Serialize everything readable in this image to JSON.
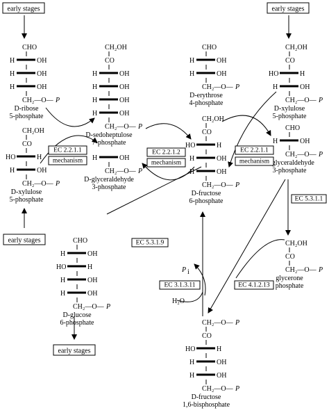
{
  "boxes": {
    "early_tl": "early stages",
    "early_tr": "early stages",
    "early_ml": "early stages",
    "early_bl": "early stages"
  },
  "enzymes": {
    "ec1": "EC 2.2.1.1",
    "mech1": "mechanism",
    "ec2": "EC 2.2.1.2",
    "mech2": "mechanism",
    "ec3": "EC 2.2.1.1",
    "mech3": "mechanism",
    "ec4": "EC 5.3.1.1",
    "ec5": "EC 5.3.1.9",
    "ec6": "EC 3.1.3.11",
    "ec7": "EC 4.1.2.13"
  },
  "text": {
    "cho": "CHO",
    "ch2oh": "CH₂OH",
    "co": "CO",
    "h": "H",
    "oh": "OH",
    "ho": "HO",
    "ch2op": "CH₂—O—",
    "p": "P",
    "pi": "P",
    "pi_sub": "i",
    "h2o": "H₂O"
  },
  "names": {
    "ribose": [
      "D-ribose",
      "5-phosphate"
    ],
    "sedo": [
      "D-sedoheptulose",
      "7-phosphate"
    ],
    "erythrose": [
      "D-erythrose",
      "4-phosphate"
    ],
    "xylulose_tr": [
      "D-xylulose",
      "5-phosphate"
    ],
    "xylulose_l": [
      "D-xylulose",
      "5-phosphate"
    ],
    "g3p_mid": [
      "D-glyceraldehyde",
      "3-phosphate"
    ],
    "f6p": [
      "D-fructose",
      "6-phosphate"
    ],
    "g3p_right": [
      "D-glyceraldehyde",
      "3-phosphate"
    ],
    "dhap": [
      "glycerone",
      "phosphate"
    ],
    "glucose": [
      "D-glucose",
      "6-phosphate"
    ],
    "fbp": [
      "D-fructose",
      "1,6-bisphosphate"
    ]
  }
}
